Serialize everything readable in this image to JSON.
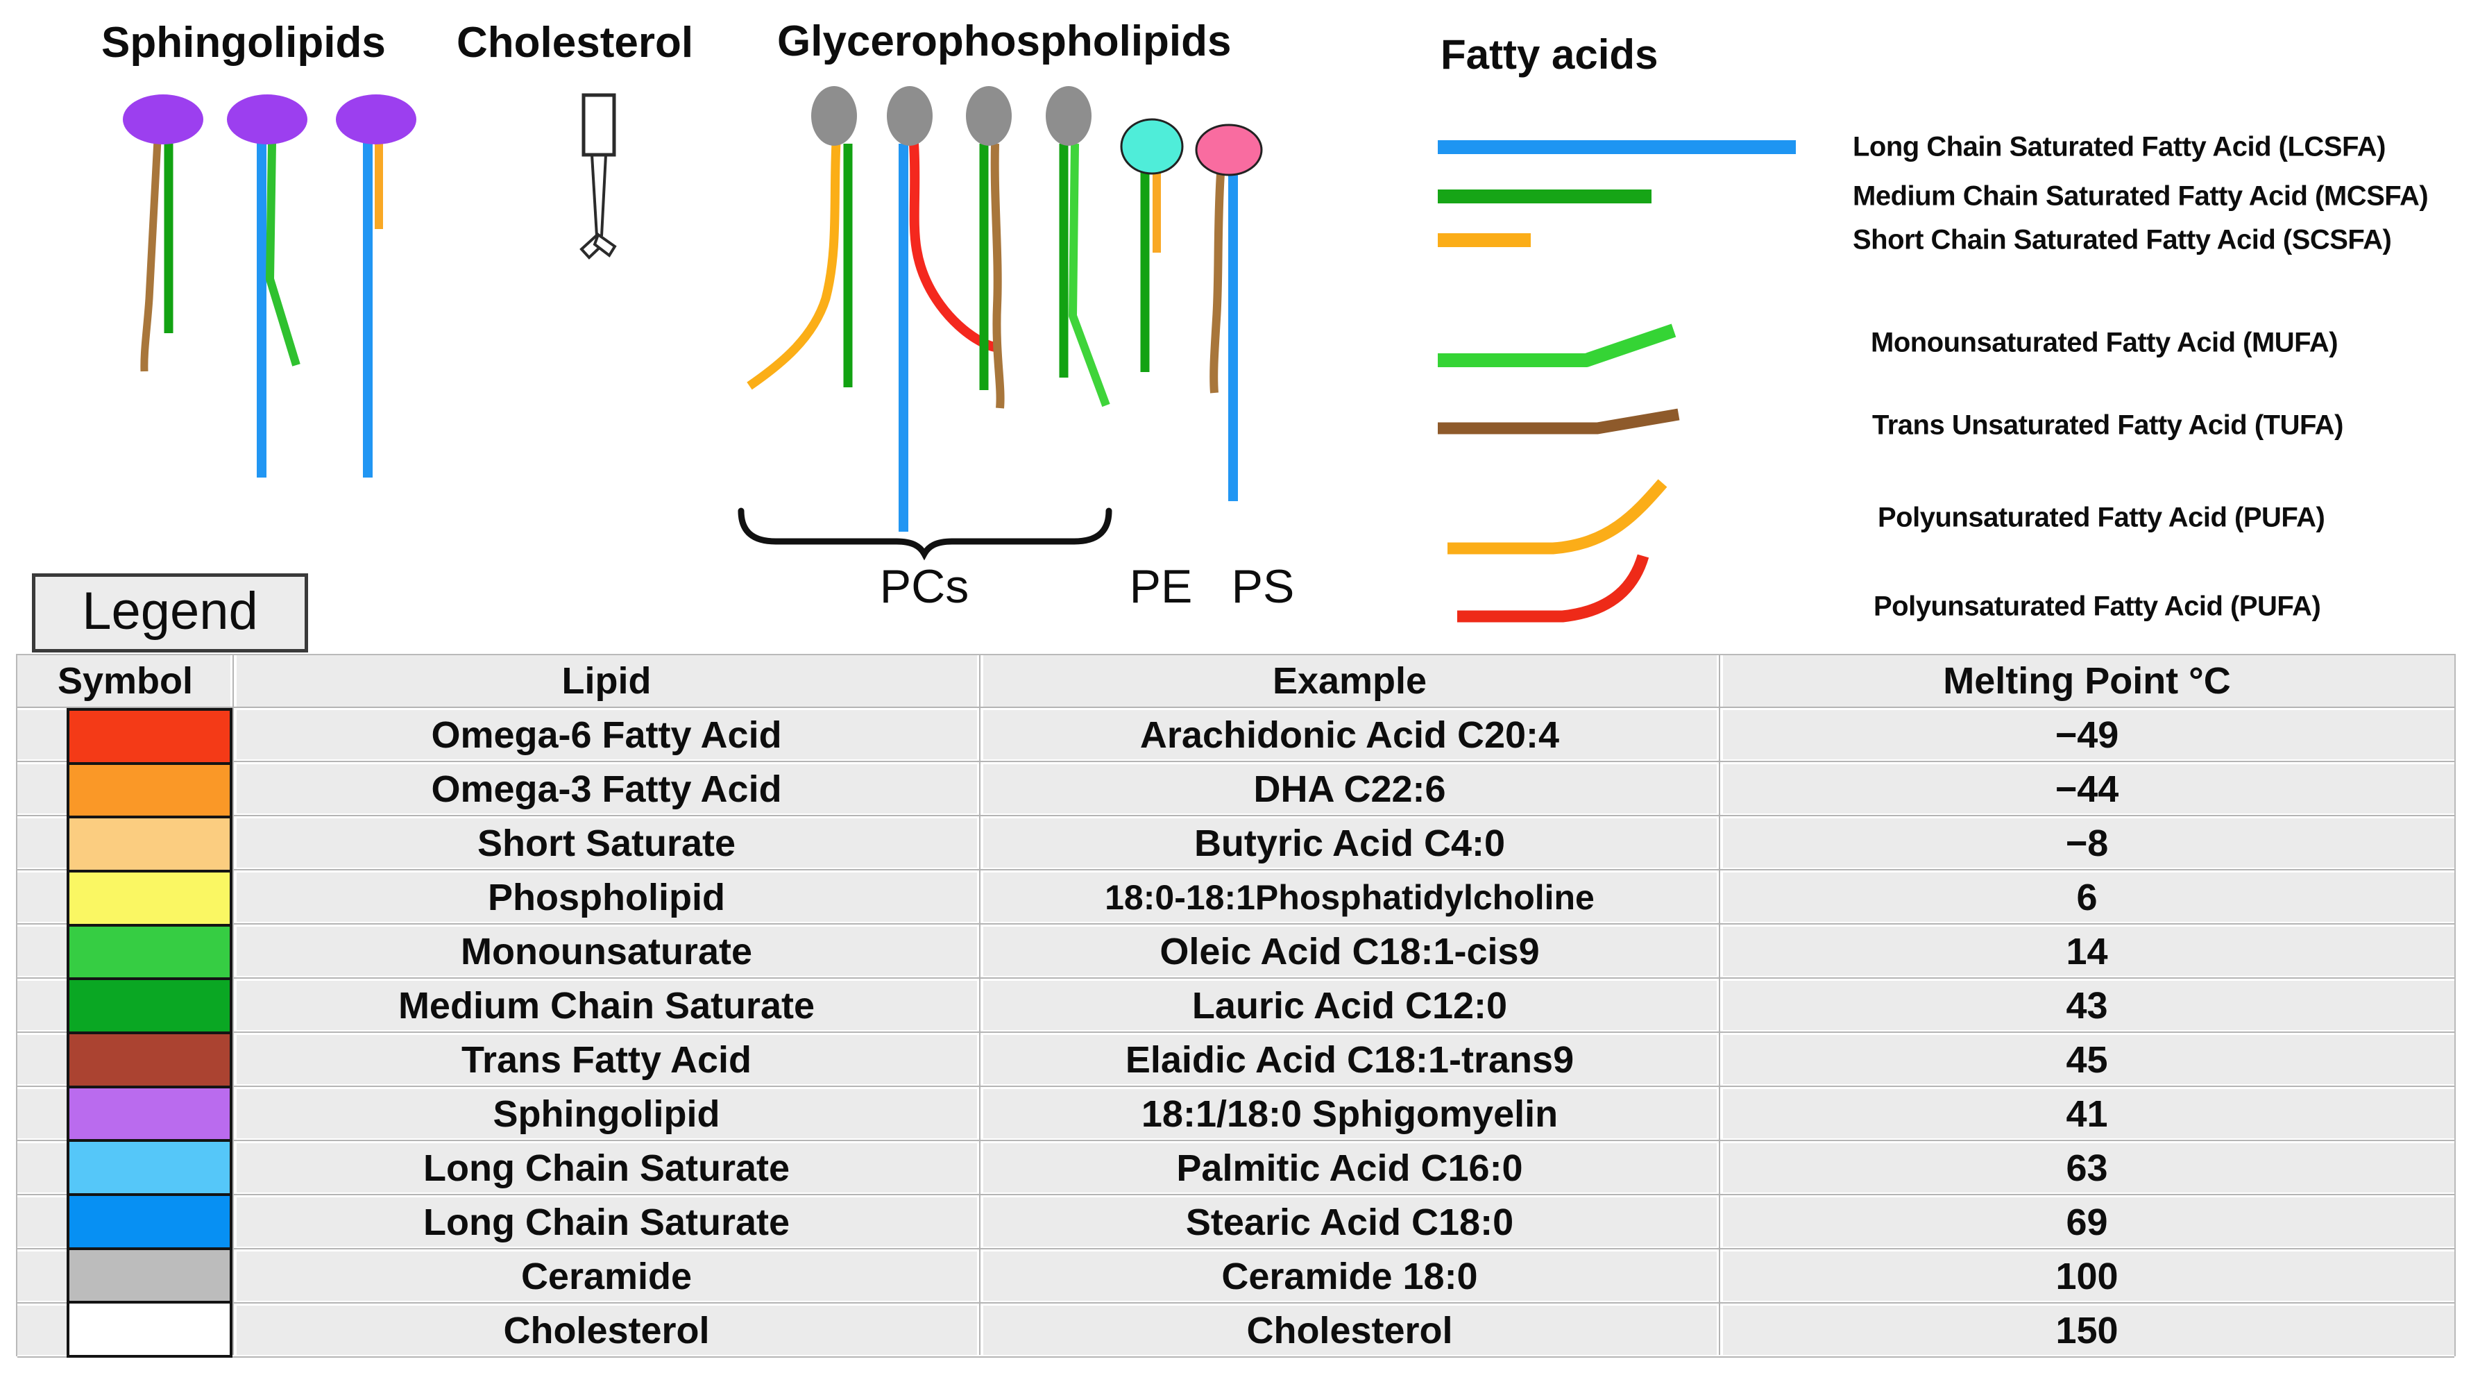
{
  "diagram": {
    "titles": {
      "sphingolipids": "Sphingolipids",
      "cholesterol": "Cholesterol",
      "glycerophospholipids": "Glycerophospholipids",
      "fatty_acids": "Fatty acids"
    },
    "group_labels": {
      "pcs": "PCs",
      "pe": "PE",
      "ps": "PS"
    },
    "fatty_acid_items": [
      {
        "id": "lcsfa",
        "label": "Long Chain Saturated Fatty Acid (LCSFA)",
        "color": "#1E95F2"
      },
      {
        "id": "mcsfa",
        "label": "Medium Chain Saturated Fatty Acid (MCSFA)",
        "color": "#16A516"
      },
      {
        "id": "scsfa",
        "label": "Short Chain Saturated Fatty Acid (SCSFA)",
        "color": "#FBAD18"
      },
      {
        "id": "mufa",
        "label": "Monounsaturated Fatty Acid (MUFA)",
        "color": "#35D435"
      },
      {
        "id": "tufa",
        "label": "Trans Unsaturated Fatty Acid (TUFA)",
        "color": "#8E5A2B"
      },
      {
        "id": "pufa_orange",
        "label": "Polyunsaturated Fatty Acid (PUFA)",
        "color": "#FBAD18"
      },
      {
        "id": "pufa_red",
        "label": "Polyunsaturated Fatty Acid (PUFA)",
        "color": "#EE2A18"
      }
    ],
    "palette": {
      "sphingolipid_head": "#9C3FEF",
      "glycerophospholipid_head": "#8E8E8E",
      "pe_head": "#4FEDD9",
      "ps_head": "#F96CA0",
      "blue_tail": "#2196F3",
      "dark_green_tail": "#12A212",
      "mid_green_tail": "#2FC12F",
      "light_green_tail": "#3FD43A",
      "orange_tail": "#F9A825",
      "brown_tail": "#A8763B",
      "red_tail": "#F4281E"
    }
  },
  "legend": {
    "title": "Legend"
  },
  "table": {
    "headers": [
      "Symbol",
      "Lipid",
      "Example",
      "Melting Point °C"
    ],
    "rows": [
      {
        "symbol_color": "#F43A17",
        "lipid": "Omega-6 Fatty Acid",
        "example": "Arachidonic Acid C20:4",
        "melting_point": "−49"
      },
      {
        "symbol_color": "#FA9827",
        "lipid": "Omega-3 Fatty Acid",
        "example": "DHA C22:6",
        "melting_point": "−44"
      },
      {
        "symbol_color": "#FBCD80",
        "lipid": "Short Saturate",
        "example": "Butyric Acid C4:0",
        "melting_point": "−8"
      },
      {
        "symbol_color": "#FAF763",
        "lipid": "Phospholipid",
        "example": "18:0-18:1Phosphatidylcholine",
        "melting_point": "6"
      },
      {
        "symbol_color": "#36CD43",
        "lipid": "Monounsaturate",
        "example": "Oleic Acid C18:1-cis9",
        "melting_point": "14"
      },
      {
        "symbol_color": "#0AA723",
        "lipid": "Medium Chain Saturate",
        "example": "Lauric Acid C12:0",
        "melting_point": "43"
      },
      {
        "symbol_color": "#AB4331",
        "lipid": "Trans Fatty Acid",
        "example": "Elaidic Acid C18:1-trans9",
        "melting_point": "45"
      },
      {
        "symbol_color": "#BA6BEE",
        "lipid": "Sphingolipid",
        "example": "18:1/18:0 Sphigomyelin",
        "melting_point": "41"
      },
      {
        "symbol_color": "#55C7F9",
        "lipid": "Long Chain Saturate",
        "example": "Palmitic Acid C16:0",
        "melting_point": "63"
      },
      {
        "symbol_color": "#0790F3",
        "lipid": "Long Chain Saturate",
        "example": "Stearic Acid C18:0",
        "melting_point": "69"
      },
      {
        "symbol_color": "#BCBCBC",
        "lipid": "Ceramide",
        "example": "Ceramide 18:0",
        "melting_point": "100"
      },
      {
        "symbol_color": "#FFFFFF",
        "lipid": "Cholesterol",
        "example": "Cholesterol",
        "melting_point": "150"
      }
    ]
  }
}
